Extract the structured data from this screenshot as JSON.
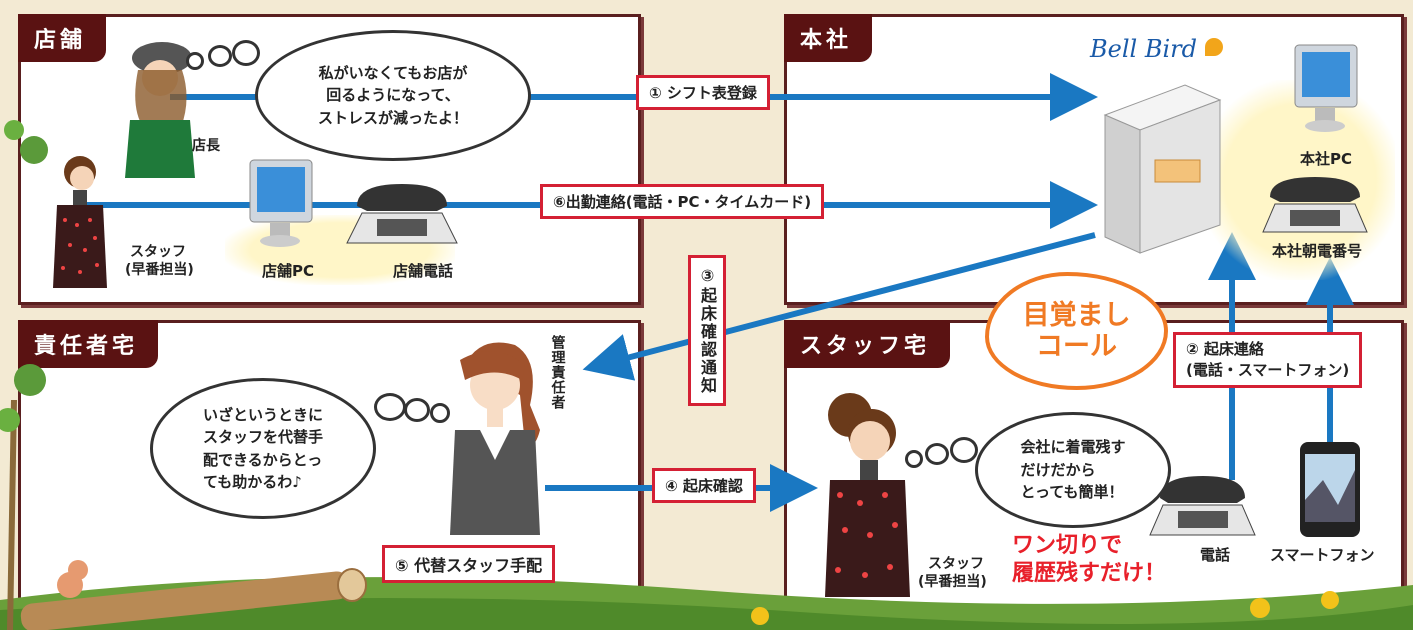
{
  "panels": {
    "store": "店舗",
    "hq": "本社",
    "manager_home": "責任者宅",
    "staff_home": "スタッフ宅"
  },
  "logo": "Bell Bird",
  "bubbles": {
    "store_manager": [
      "私がいなくてもお店が",
      "回るようになって、",
      "ストレスが減ったよ！"
    ],
    "manager": [
      "いざというときに",
      "スタッフを代替手",
      "配できるからとっ",
      "ても助かるわ♪"
    ],
    "staff": [
      "会社に着電残す",
      "だけだから",
      "とっても簡単！"
    ]
  },
  "labels": {
    "step1": "① シフト表登録",
    "step6": "⑥出勤連絡(電話・PC・タイムカード)",
    "step3": "③起床確認通知",
    "step2_line1": "② 起床連絡",
    "step2_line2": "(電話・スマートフォン)",
    "step4": "④ 起床確認",
    "step5": "⑤ 代替スタッフ手配"
  },
  "captions": {
    "store_manager": "店長",
    "staff_early_line1": "スタッフ",
    "staff_early_line2": "(早番担当)",
    "store_pc": "店舗PC",
    "store_phone": "店舗電話",
    "hq_pc": "本社PC",
    "hq_phone": "本社朝電番号",
    "manager": "管理責任者",
    "home_staff_line1": "スタッフ",
    "home_staff_line2": "(早番担当)",
    "phone": "電話",
    "smartphone": "スマートフォン"
  },
  "wake_call": [
    "目覚まし",
    "コール"
  ],
  "one_ring": [
    "ワン切りで",
    "履歴残すだけ！"
  ],
  "colors": {
    "panel_title_bg": "#5a1212",
    "arrow_blue": "#1a78c2",
    "label_border": "#d42034",
    "accent_orange": "#f07a24",
    "alert_red": "#e8202a"
  }
}
